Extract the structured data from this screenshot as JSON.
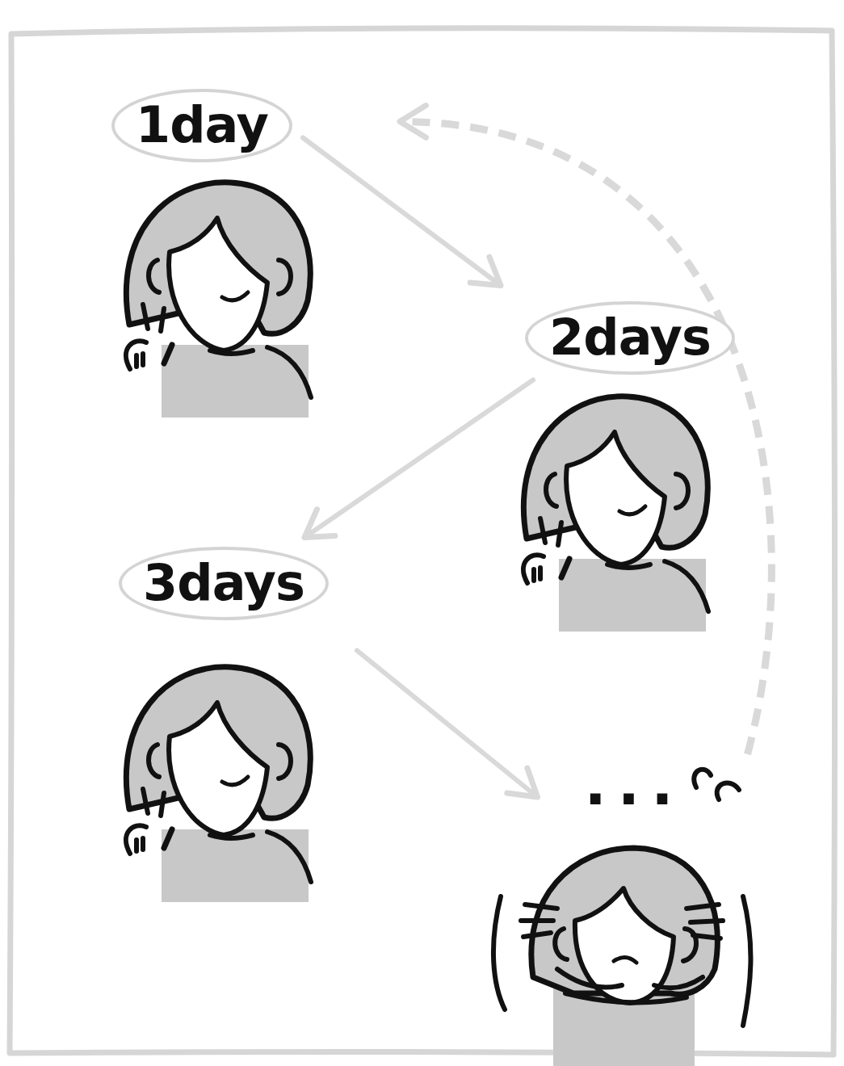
{
  "diagram": {
    "nodes": [
      {
        "text": [
          "1day"
        ]
      },
      {
        "text": [
          "2days"
        ]
      },
      {
        "text": [
          "3days"
        ]
      },
      {
        "text": [
          "..."
        ]
      }
    ],
    "edges": [
      {
        "from": 0,
        "to": 1,
        "arrow": "to"
      },
      {
        "from": 1,
        "to": 2,
        "arrow": "to"
      },
      {
        "from": 2,
        "to": 3,
        "arrow": "to"
      },
      {
        "from": 3,
        "to": 0,
        "arrow": "to"
      }
    ]
  }
}
